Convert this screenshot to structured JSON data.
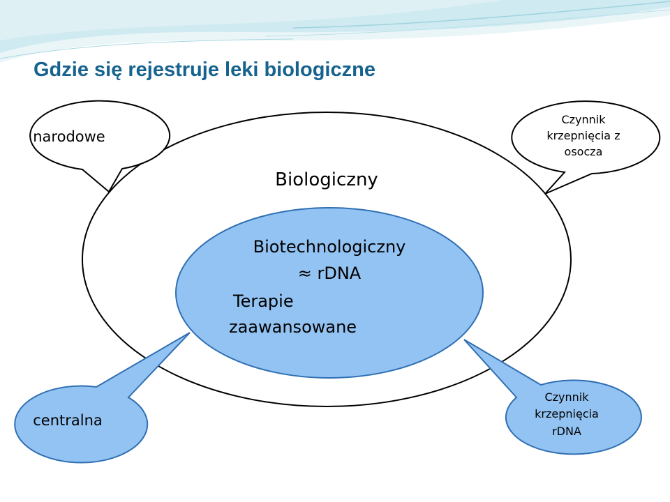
{
  "slide": {
    "title": "Gdzie się rejestruje leki biologiczne"
  },
  "outer_ellipse": {
    "label": "Biologiczny"
  },
  "inner_ellipse": {
    "line1": "Biotechnologiczny",
    "line2": "≈ rDNA",
    "line3": "Terapie",
    "line4": "zaawansowane"
  },
  "callouts": {
    "top_left": {
      "text": "narodowe"
    },
    "top_right": {
      "line1": "Czynnik",
      "line2": "krzepnięcia z",
      "line3": "osocza"
    },
    "bottom_left": {
      "text": "centralna"
    },
    "bottom_right": {
      "line1": "Czynnik",
      "line2": "krzepnięcia",
      "line3": "rDNA"
    }
  },
  "colors": {
    "title": "#17638f",
    "inner_fill": "#93c3f2",
    "inner_stroke": "#2f6fb3",
    "header_wave": "#bfe4ec",
    "outline": "#000000"
  }
}
